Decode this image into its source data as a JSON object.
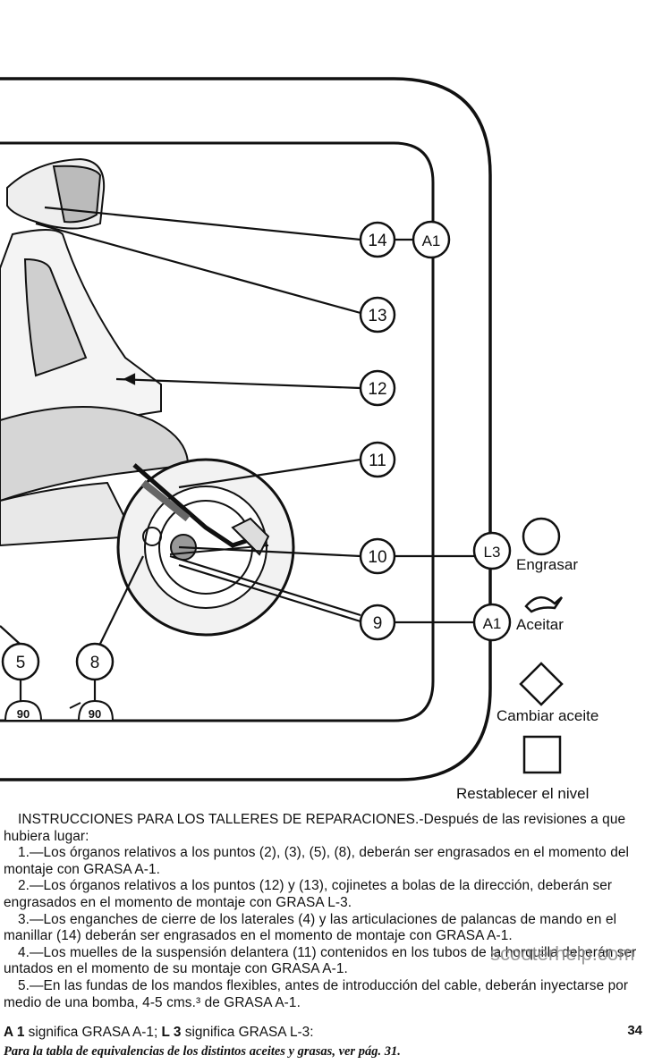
{
  "diagram": {
    "callouts": [
      {
        "id": "14",
        "grease": "A1"
      },
      {
        "id": "13"
      },
      {
        "id": "12"
      },
      {
        "id": "11"
      },
      {
        "id": "10",
        "grease": "L3"
      },
      {
        "id": "9",
        "grease": "A1"
      },
      {
        "id": "5",
        "badge": "90"
      },
      {
        "id": "8",
        "badge": "90"
      }
    ],
    "legend": {
      "engrasar": "Engrasar",
      "aceitar": "Aceitar",
      "cambiar": "Cambiar aceite",
      "restablecer": "Restablecer el nivel"
    }
  },
  "text": {
    "heading": "INSTRUCCIONES PARA LOS TALLERES DE REPARACIONES.",
    "intro": "-Después de las revisiones a que hubiera lugar:",
    "items": [
      "1.—Los órganos relativos a los puntos (2), (3), (5), (8), deberán ser engrasados en el momento del montaje con GRASA A-1.",
      "2.—Los órganos relativos a los puntos (12) y (13), cojinetes a bolas de la dirección, deberán ser engrasados en el momento de montaje con GRASA L-3.",
      "3.—Los enganches de cierre de los laterales (4) y las articulaciones de palancas de mando en el manillar (14) deberán ser engrasados en el momento de montaje con GRASA A-1.",
      "4.—Los muelles de la suspensión delantera (11) contenidos en los tubos de la horquilla deberán ser untados en el momento de su montaje con GRASA A-1.",
      "5.—En las fundas de los mandos flexibles, antes de introducción del cable, deberán inyectarse por medio de una bomba, 4-5 cms.³ de GRASA A-1."
    ],
    "key_a1_code": "A 1",
    "key_a1_text": " significa GRASA A-1; ",
    "key_l3_code": "L 3",
    "key_l3_text": " significa GRASA L-3:",
    "caption": "Para la tabla de equivalencias de los distintos aceites y grasas, ver pág. 31.",
    "page_number": "34",
    "watermark": "scooterhelp.com"
  }
}
